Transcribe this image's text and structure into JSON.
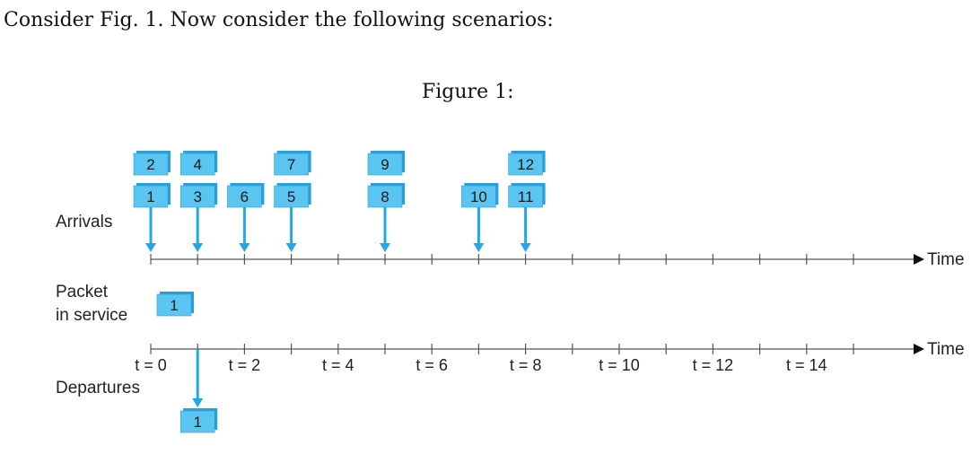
{
  "intro_text": "Consider Fig. 1. Now consider the following scenarios:",
  "figure_title": "Figure 1:",
  "labels": {
    "arrivals": "Arrivals",
    "packet_line1": "Packet",
    "packet_line2": "in service",
    "departures": "Departures",
    "time": "Time"
  },
  "colors": {
    "packet_fill": "#5bc5f2",
    "packet_edge": "#2a9fd6",
    "arrow": "#22a8e6",
    "axis": "#555555"
  },
  "time_ticks": [
    "t = 0",
    "t = 2",
    "t = 4",
    "t = 6",
    "t = 8",
    "t = 10",
    "t = 12",
    "t = 14"
  ],
  "arrivals": [
    {
      "t": 0,
      "packets": [
        "1",
        "2"
      ]
    },
    {
      "t": 1,
      "packets": [
        "3",
        "4"
      ]
    },
    {
      "t": 2,
      "packets": [
        "6"
      ]
    },
    {
      "t": 3,
      "packets": [
        "5",
        "7"
      ]
    },
    {
      "t": 5,
      "packets": [
        "8",
        "9"
      ]
    },
    {
      "t": 7,
      "packets": [
        "10"
      ]
    },
    {
      "t": 8,
      "packets": [
        "11",
        "12"
      ]
    }
  ],
  "in_service": [
    {
      "t": 0,
      "packet": "1"
    }
  ],
  "departures": [
    {
      "t": 1,
      "packet": "1"
    }
  ]
}
